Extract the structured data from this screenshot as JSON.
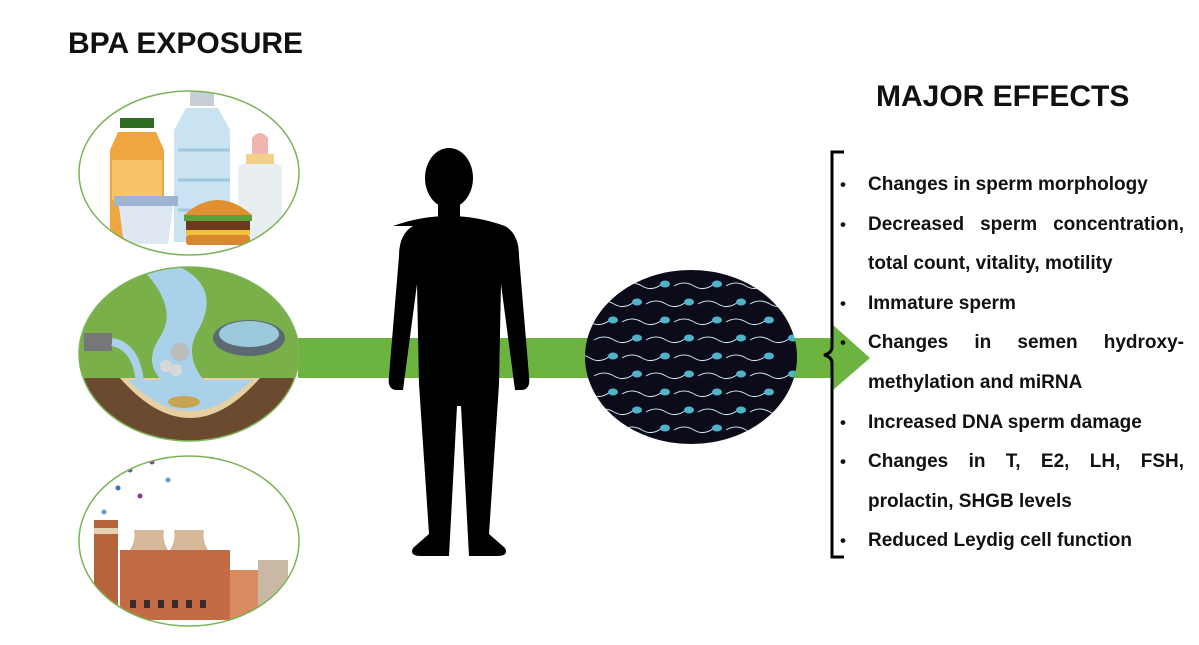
{
  "exposure_title": "BPA EXPOSURE",
  "effects_title": "MAJOR EFFECTS",
  "effects": [
    "Changes in sperm morphology",
    "Decreased sperm concentration, total count, vitality, motility",
    "Immature sperm",
    "Changes in semen hydroxy-methylation and miRNA",
    "Increased DNA sperm damage",
    "Changes in T, E2, LH, FSH, prolactin, SHGB levels",
    "Reduced Leydig cell function"
  ],
  "exposure_sources": [
    "consumer-products-food",
    "contaminated-water",
    "industrial-emissions"
  ],
  "colors": {
    "arrow_green": "#6db33f",
    "circle_border": "#7cb356",
    "sperm_background": "#0b0b1a",
    "sperm_head": "#4fb3c9",
    "silhouette": "#000000",
    "text": "#111111"
  }
}
